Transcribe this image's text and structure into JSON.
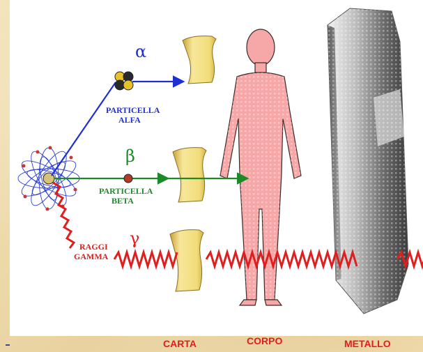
{
  "labels": {
    "alpha_symbol": "α",
    "alpha_name_line1": "PARTICELLA",
    "alpha_name_line2": "ALFA",
    "beta_symbol": "β",
    "beta_name_line1": "PARTICELLA",
    "beta_name_line2": "BETA",
    "gamma_symbol": "γ",
    "gamma_name_line1": "RAGGI",
    "gamma_name_line2": "GAMMA",
    "barrier_paper": "CARTA",
    "barrier_body": "CORPO",
    "barrier_metal": "METALLO"
  },
  "colors": {
    "alpha": "#1f2fd6",
    "beta": "#1d8a2a",
    "gamma": "#e01e1e",
    "paper": "#f4e27a",
    "body": "#f6a7a7",
    "metal": "#8a8a8a"
  },
  "icons": {
    "atom": "atom-icon",
    "alpha_particle": "alpha-particle-icon",
    "beta_particle": "beta-particle-icon",
    "paper": "paper-scroll-icon",
    "body": "human-body-icon",
    "metal": "metal-plate-icon"
  }
}
